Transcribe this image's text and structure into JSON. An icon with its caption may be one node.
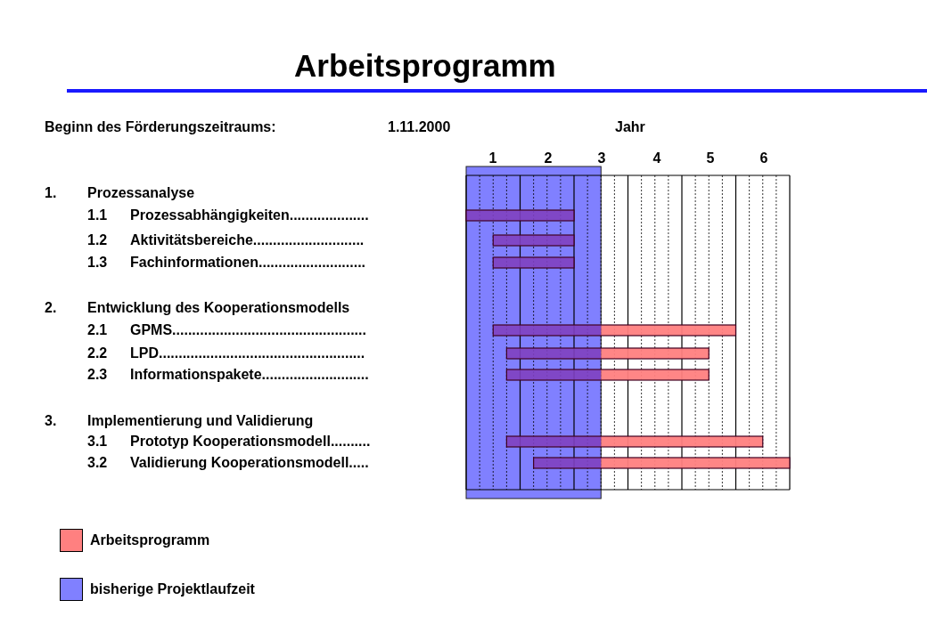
{
  "diagram": {
    "title": "Arbeitsprogramm",
    "labels": [
      "Beginn des Förderungszeitraums:",
      "1.11.2000",
      "Jahr",
      "1",
      "2",
      "3",
      "4",
      "5",
      "6",
      "1.",
      "Prozessanalyse",
      "1.1",
      "Prozessabhängigkeiten....................",
      "1.2",
      "Aktivitätsbereiche............................",
      "1.3",
      "Fachinformationen...........................",
      "2.",
      "Entwicklung des Kooperationsmodells",
      "2.1",
      "GPMS.................................................",
      "2.2",
      "LPD....................................................",
      "2.3",
      "Informationspakete...........................",
      "3.",
      "Implementierung und Validierung",
      "3.1",
      "Prototyp Kooperationsmodell..........",
      "3.2",
      "Validierung Kooperationsmodell....."
    ],
    "legend": [
      {
        "text": "Arbeitsprogramm",
        "color": "#ff8080"
      },
      {
        "text": "bisherige Projektlaufzeit",
        "color": "#8080ff"
      }
    ]
  }
}
